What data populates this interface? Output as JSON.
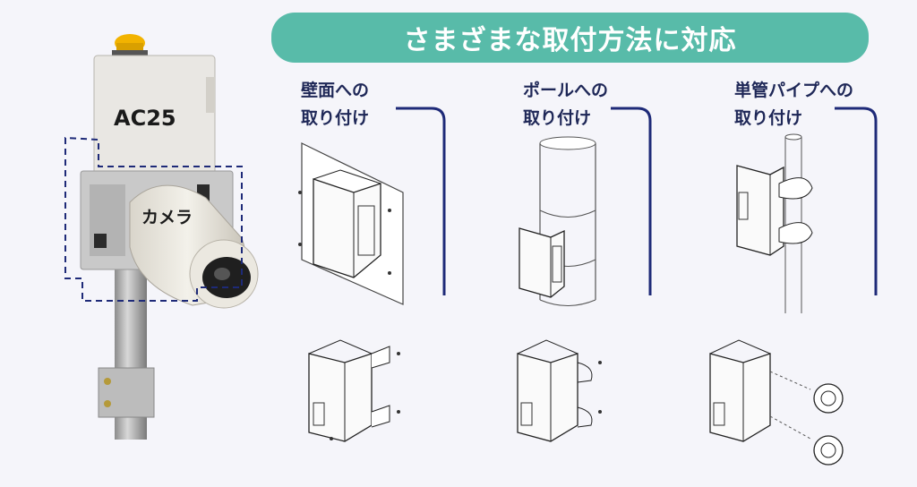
{
  "banner": {
    "title": "さまざまな取付方法に対応"
  },
  "device": {
    "model_label": "AC25",
    "camera_label": "カメラ"
  },
  "methods": [
    {
      "line1": "壁面への",
      "line2": "取り付け"
    },
    {
      "line1": "ポールへの",
      "line2": "取り付け"
    },
    {
      "line1": "単管パイプへの",
      "line2": "取り付け"
    }
  ],
  "colors": {
    "banner": "#58bba9",
    "text": "#1e2757",
    "bracket": "#1e2a78"
  }
}
